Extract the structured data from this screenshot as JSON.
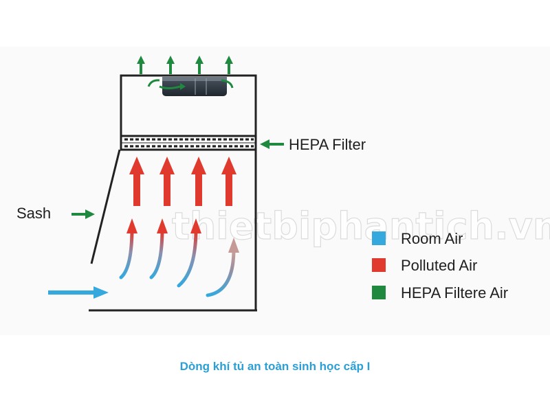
{
  "labels": {
    "hepa_filter": "HEPA Filter",
    "sash": "Sash"
  },
  "legend": [
    {
      "label": "Room Air",
      "color": "#35a8de"
    },
    {
      "label": "Polluted Air",
      "color": "#e03a2f"
    },
    {
      "label": "HEPA Filtere Air",
      "color": "#1f8a3f"
    }
  ],
  "watermark": "thietbiphantich.vn",
  "caption": "Dòng khí tủ an toàn sinh học cấp I",
  "colors": {
    "outline": "#222222",
    "hepa_green": "#1f8a3f",
    "polluted_red": "#e03a2f",
    "room_blue": "#35a8de",
    "caption_blue": "#2a9fd6"
  },
  "icons": [
    "exhaust-fan-icon",
    "hepa-filter-mesh",
    "airflow-arrow"
  ]
}
